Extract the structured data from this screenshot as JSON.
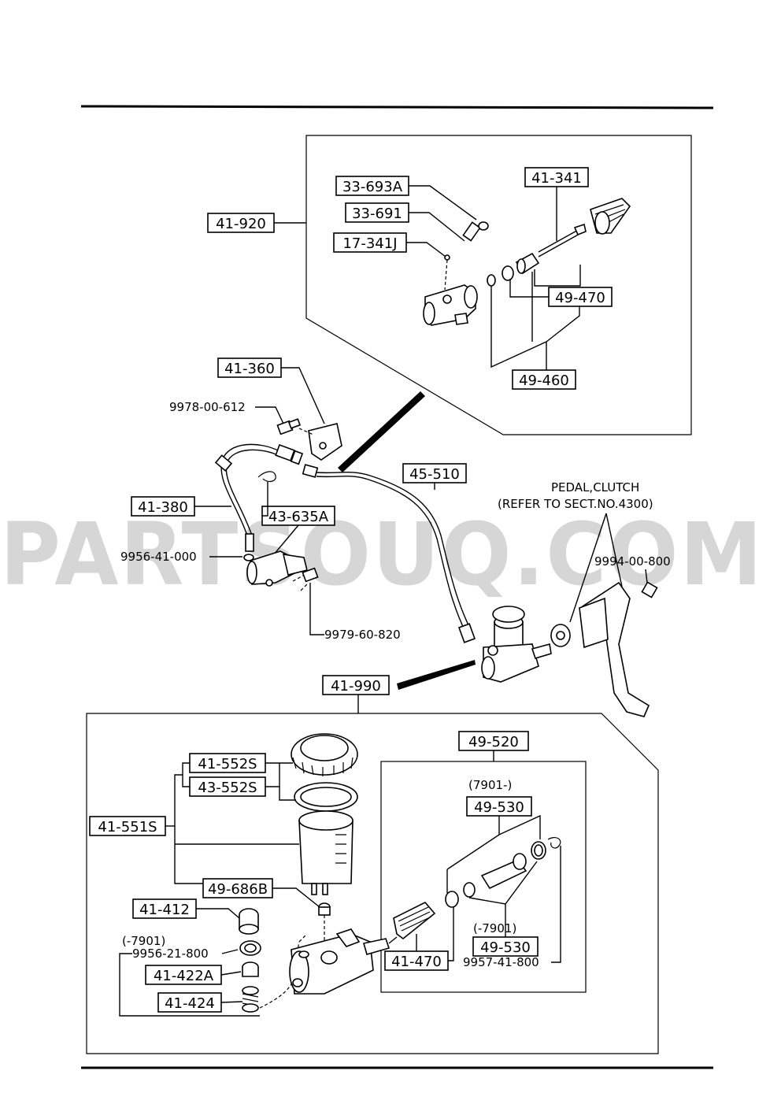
{
  "watermark": "PARTSOUQ.COM",
  "parts": {
    "p41_920": "41-920",
    "p33_693A": "33-693A",
    "p33_691": "33-691",
    "p17_341J": "17-341J",
    "p41_341": "41-341",
    "p49_470": "49-470",
    "p49_460": "49-460",
    "p41_360": "41-360",
    "p41_380": "41-380",
    "p43_635A": "43-635A",
    "p45_510": "45-510",
    "p41_990": "41-990",
    "p49_520": "49-520",
    "p41_552S": "41-552S",
    "p43_552S": "43-552S",
    "p41_551S": "41-551S",
    "p49_686B": "49-686B",
    "p41_412": "41-412",
    "p41_422A": "41-422A",
    "p41_424": "41-424",
    "p49_530_a": "49-530",
    "p49_530_b": "49-530",
    "p41_470": "41-470"
  },
  "numbers": {
    "n9978": "9978-00-612",
    "n9956_41": "9956-41-000",
    "n9979": "9979-60-820",
    "n9994": "9994-00-800",
    "n9956_21": "9956-21-800",
    "n9957": "9957-41-800"
  },
  "notes": {
    "pedal_line1": "PEDAL,CLUTCH",
    "pedal_line2": "(REFER TO SECT.NO.4300)",
    "date_after": "(7901-)",
    "date_before_a": "(-7901)",
    "date_before_b": "(-7901)"
  }
}
